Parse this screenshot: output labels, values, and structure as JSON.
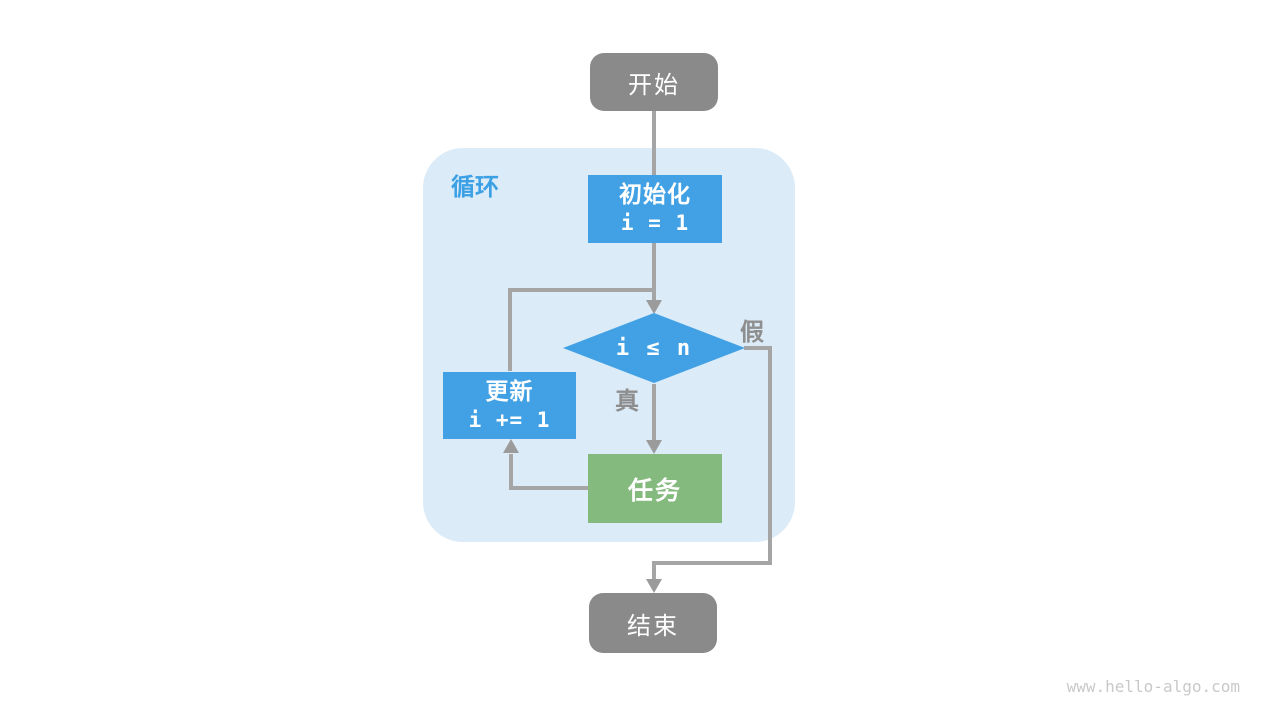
{
  "flowchart": {
    "loop_label": "循环",
    "nodes": {
      "start": {
        "label": "开始"
      },
      "init": {
        "label": "初始化",
        "code": "i = 1"
      },
      "condition": {
        "label": "i ≤ n"
      },
      "update": {
        "label": "更新",
        "code": "i += 1"
      },
      "task": {
        "label": "任务"
      },
      "end": {
        "label": "结束"
      }
    },
    "edge_labels": {
      "true": "真",
      "false": "假"
    },
    "colors": {
      "process_blue": "#41A1E4",
      "task_green": "#84BA7D",
      "terminal_gray": "#8A8A8A",
      "loop_container_bg": "#DCEBF8",
      "loop_label_text": "#3BA0E4",
      "connector_line": "#A5A5A5",
      "arrowhead": "#9B9B9B",
      "edge_label_text": "#8E8E8E",
      "watermark_text": "#C9C9C9"
    }
  },
  "watermark": "www.hello-algo.com"
}
